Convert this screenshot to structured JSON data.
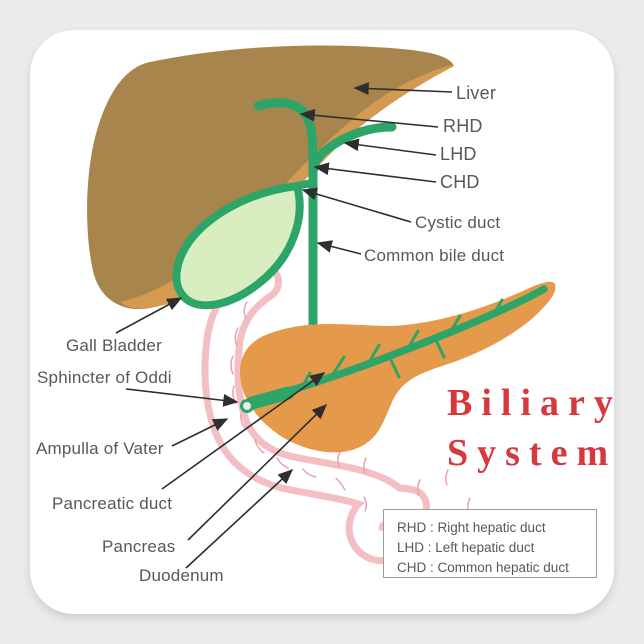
{
  "title": {
    "text": "Biliary System",
    "line1": "Biliary",
    "line2": "System"
  },
  "labels": {
    "liver": "Liver",
    "rhd": "RHD",
    "lhd": "LHD",
    "chd": "CHD",
    "cystic_duct": "Cystic duct",
    "common_bile_duct": "Common bile duct",
    "gall_bladder": "Gall Bladder",
    "sphincter_of_oddi": "Sphincter of Oddi",
    "ampulla_of_vater": "Ampulla of Vater",
    "pancreatic_duct": "Pancreatic duct",
    "pancreas": "Pancreas",
    "duodenum": "Duodenum"
  },
  "legend": {
    "items": [
      "RHD : Right hepatic duct",
      "LHD : Left hepatic duct",
      "CHD : Common hepatic duct"
    ]
  },
  "colors": {
    "background": "#ebebeb",
    "sticker_white": "#ffffff",
    "liver_dark": "#a8854c",
    "liver_light": "#d59a52",
    "pancreas_orange": "#e59a4b",
    "duct_green": "#2da468",
    "gallbladder_green": "#d8edc0",
    "duodenum_pink": "#f3bfc3",
    "duodenum_fold_pink": "#eda0ab",
    "ampulla_fill": "#dff0e5",
    "title_red": "#d6383d",
    "label_gray": "#57585a",
    "arrow_dark": "#2e2e2e",
    "legend_border": "#9b9b9b"
  }
}
